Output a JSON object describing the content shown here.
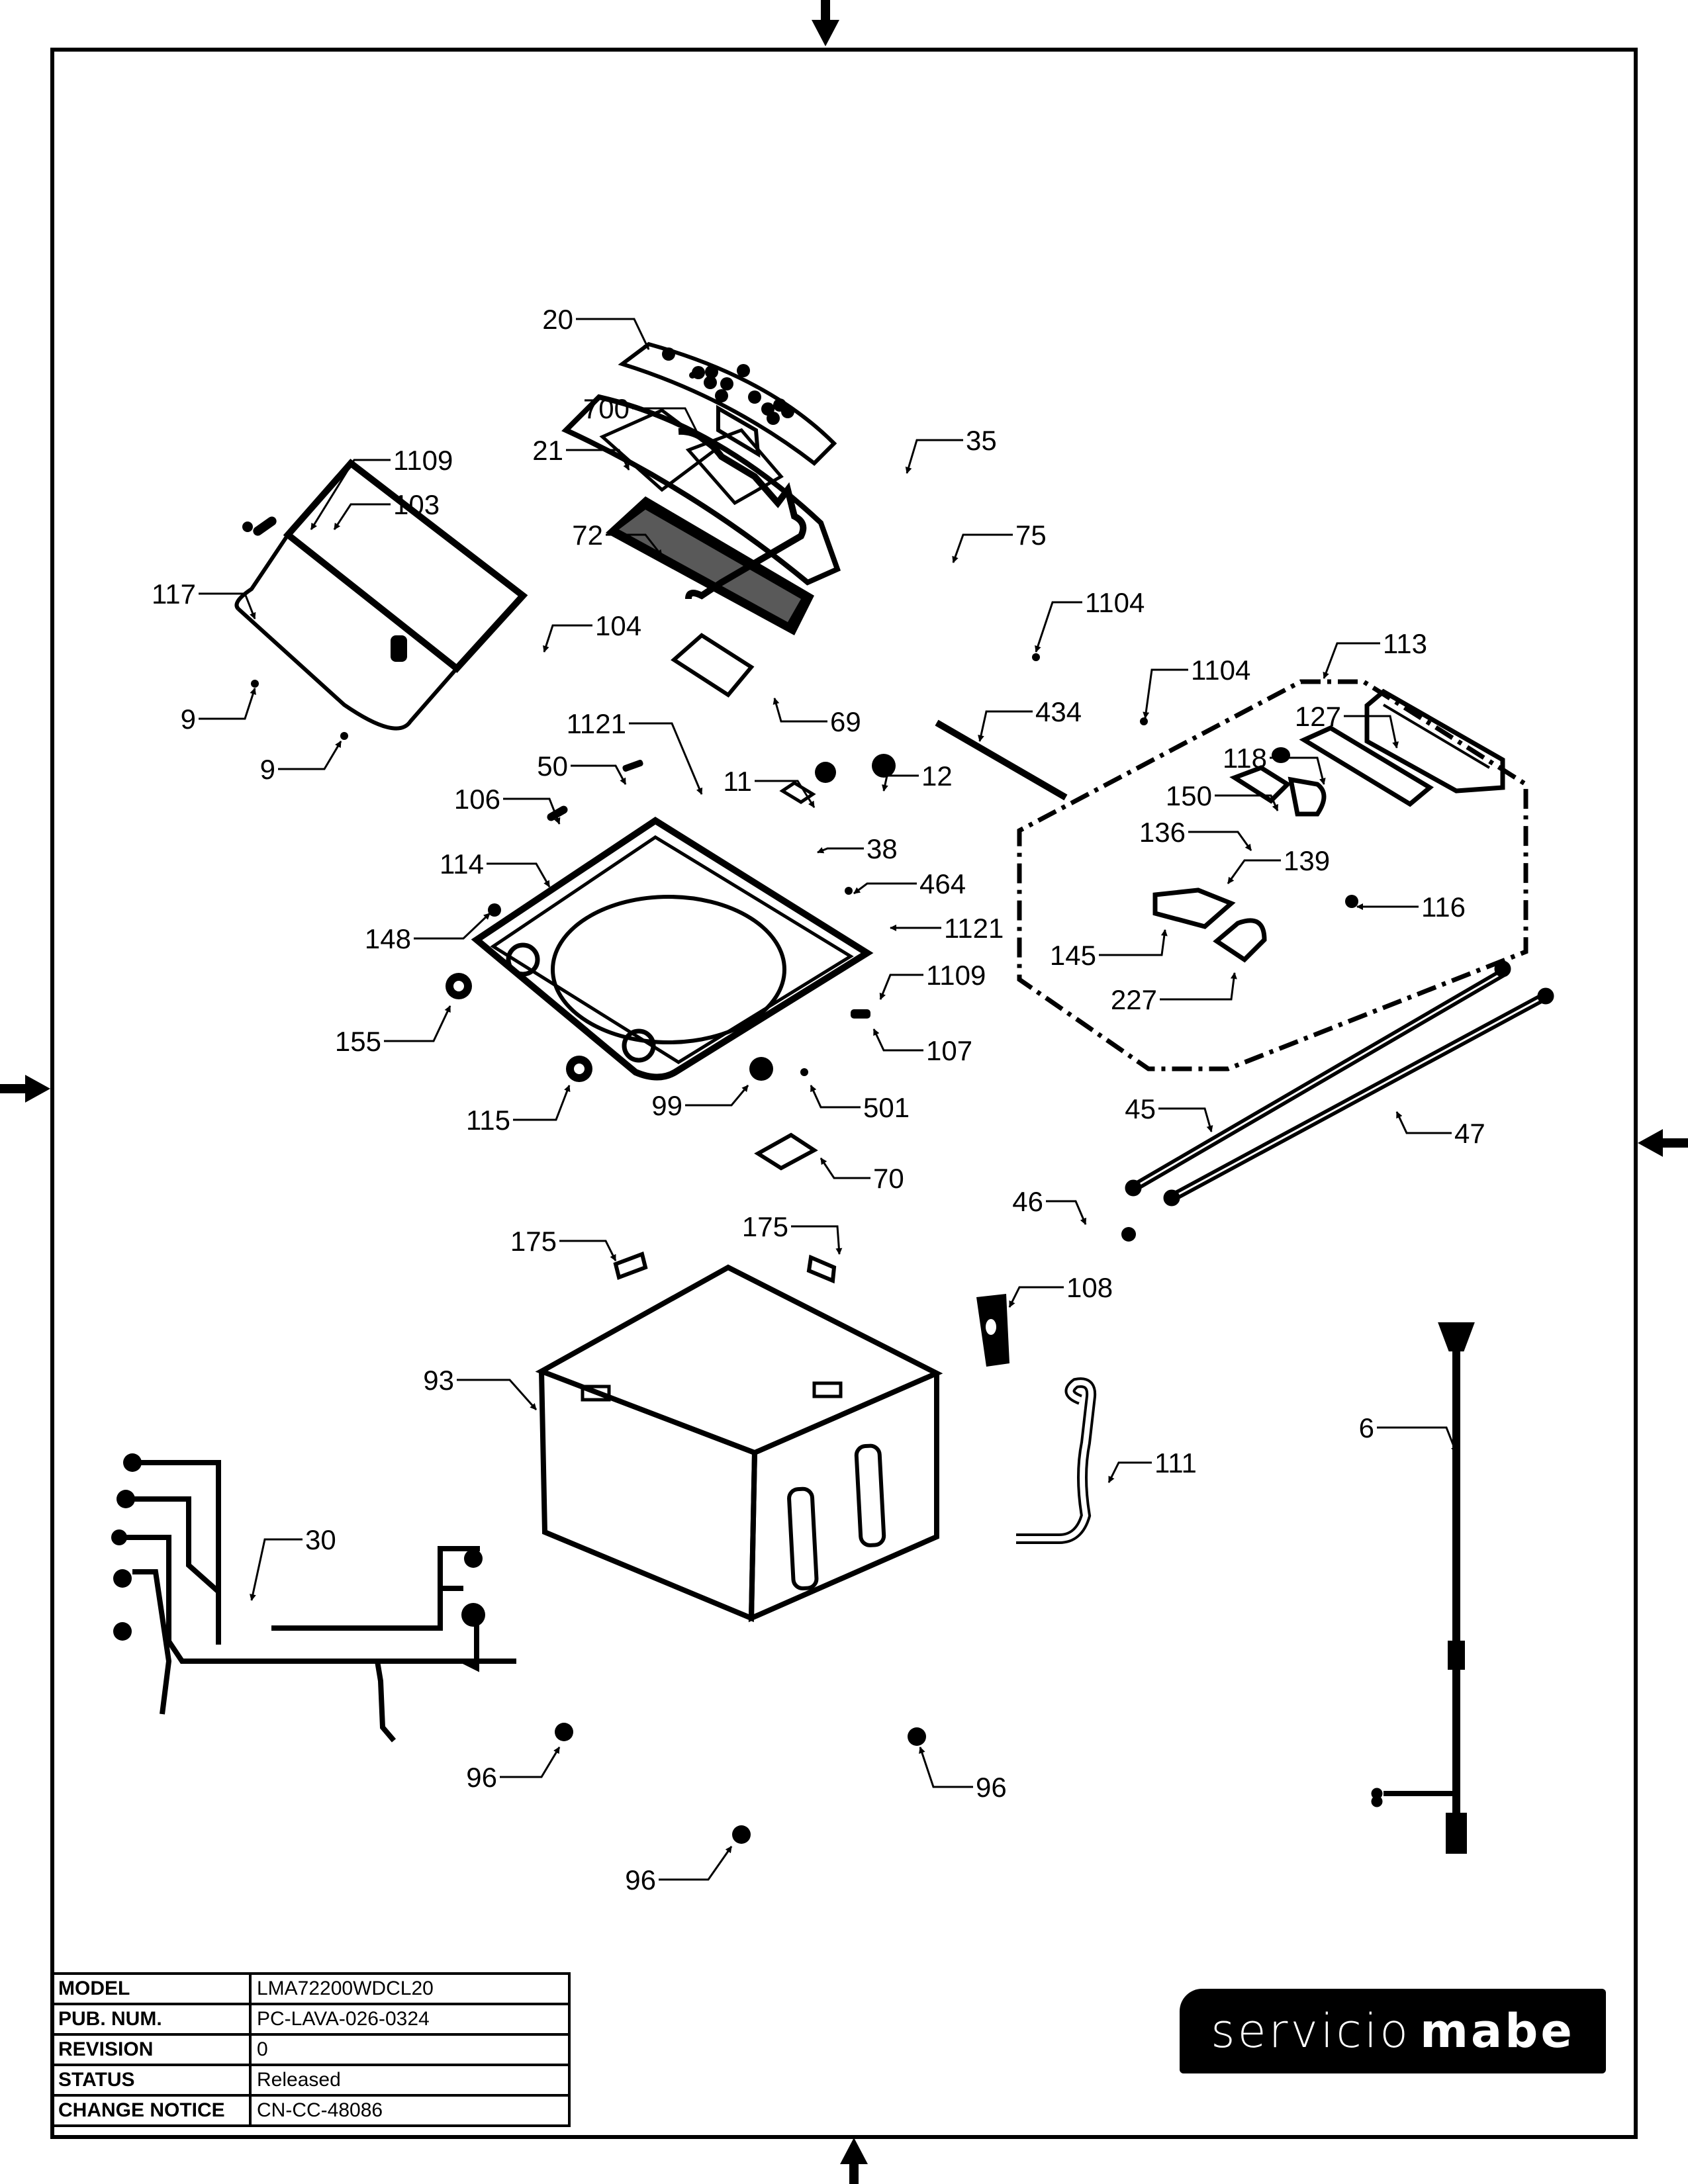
{
  "document": {
    "type": "exploded parts diagram",
    "brand_logo": {
      "word1": "servicio",
      "word2": "mabe"
    },
    "title_block": [
      {
        "key": "MODEL",
        "value": "LMA72200WDCL20"
      },
      {
        "key": "PUB. NUM.",
        "value": "PC-LAVA-026-0324"
      },
      {
        "key": "REVISION",
        "value": "0"
      },
      {
        "key": "STATUS",
        "value": "Released"
      },
      {
        "key": "CHANGE NOTICE",
        "value": "CN-CC-48086"
      }
    ]
  },
  "callouts": [
    "20",
    "700",
    "21",
    "35",
    "72",
    "75",
    "1109",
    "103",
    "117",
    "104",
    "1104",
    "9",
    "9",
    "69",
    "1104",
    "113",
    "434",
    "127",
    "1121",
    "118",
    "50",
    "11",
    "12",
    "150",
    "106",
    "38",
    "136",
    "114",
    "464",
    "139",
    "148",
    "1121",
    "116",
    "145",
    "1109",
    "155",
    "107",
    "227",
    "115",
    "99",
    "501",
    "45",
    "47",
    "70",
    "46",
    "175",
    "175",
    "108",
    "93",
    "111",
    "6",
    "30",
    "96",
    "96",
    "96"
  ],
  "assembly_group": {
    "id": "113",
    "members": [
      "127",
      "118",
      "150",
      "136",
      "139",
      "116",
      "145",
      "227"
    ]
  }
}
